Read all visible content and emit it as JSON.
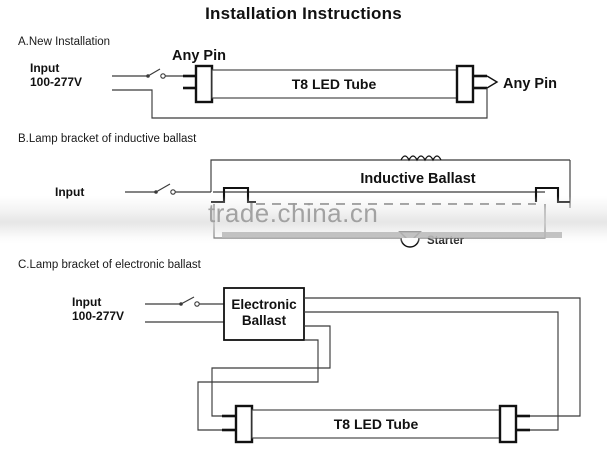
{
  "title": "Installation Instructions",
  "sections": [
    {
      "id": "a",
      "label": "A.New Installation",
      "input_line1": "Input",
      "input_line2": "100-277V",
      "pin_label_left": "Any Pin",
      "pin_label_right": "Any Pin",
      "tube_label": "T8 LED Tube"
    },
    {
      "id": "b",
      "label": "B.Lamp bracket of inductive ballast",
      "input_line1": "Input",
      "ballast_label": "Inductive Ballast",
      "starter_label": "Starter"
    },
    {
      "id": "c",
      "label": "C.Lamp bracket of electronic ballast",
      "input_line1": "Input",
      "input_line2": "100-277V",
      "ballast_line1": "Electronic",
      "ballast_line2": "Ballast",
      "tube_label": "T8 LED Tube"
    }
  ],
  "watermark": {
    "text": "trade.china.cn"
  },
  "colors": {
    "background": "#ffffff",
    "ink": "#111111",
    "wire": "#3a3a3a",
    "watermark": "#9c9c9c"
  },
  "chart_data": {
    "type": "table",
    "title": "Installation Instructions",
    "rows": [
      {
        "section": "A",
        "name": "New Installation",
        "components": [
          "Input 100-277V",
          "switch",
          "T8 LED Tube"
        ],
        "notes": "Any Pin on both ends"
      },
      {
        "section": "B",
        "name": "Lamp bracket of inductive ballast",
        "components": [
          "Input",
          "switch",
          "Inductive Ballast",
          "Starter",
          "lamp bracket"
        ],
        "notes": "Starter connected below tube"
      },
      {
        "section": "C",
        "name": "Lamp bracket of electronic ballast",
        "components": [
          "Input 100-277V",
          "switch",
          "Electronic Ballast",
          "T8 LED Tube"
        ],
        "notes": "Four leads routed from ballast to tube ends"
      }
    ]
  }
}
